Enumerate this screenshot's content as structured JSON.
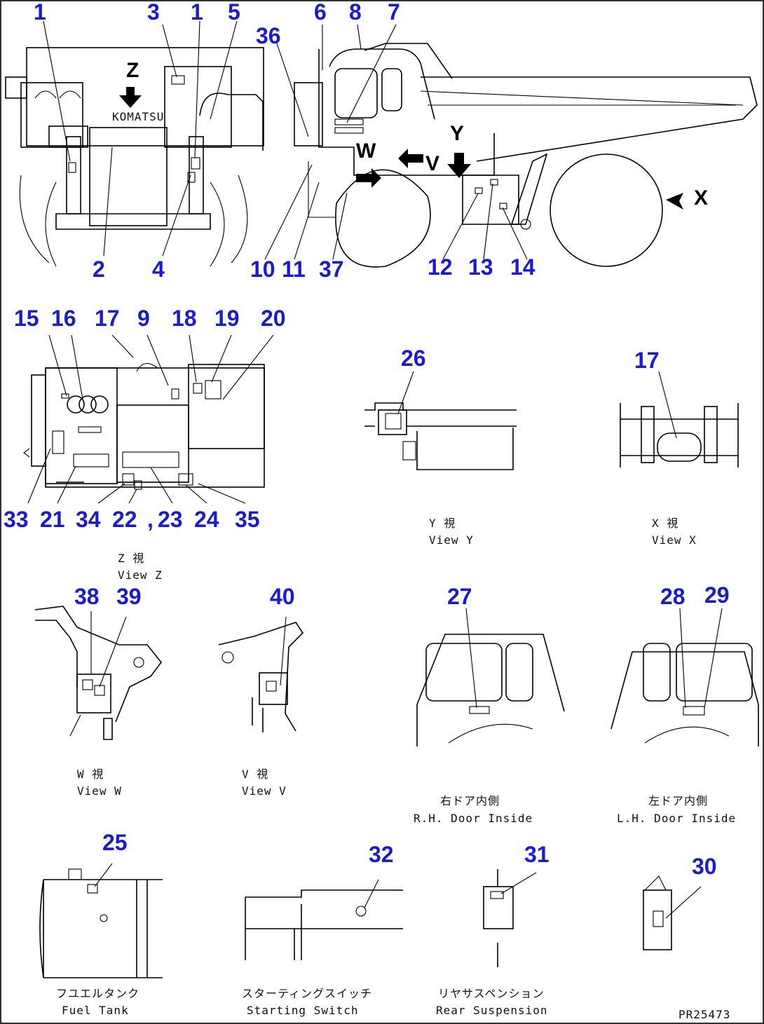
{
  "drawing_id": "PR25473",
  "brand_text": "KOMATSU",
  "view_letters": [
    "Z",
    "Y",
    "W",
    "V",
    "X"
  ],
  "captions": {
    "view_z_jp": "Z 視",
    "view_z": "View Z",
    "view_y_jp": "Y 視",
    "view_y": "View Y",
    "view_x_jp": "X 視",
    "view_x": "View X",
    "view_w_jp": "W 視",
    "view_w": "View W",
    "view_v_jp": "V 視",
    "view_v": "View V",
    "rh_door_jp": "右ドア内側",
    "rh_door": "R.H. Door Inside",
    "lh_door_jp": "左ドア内側",
    "lh_door": "L.H. Door Inside",
    "fuel_tank_jp": "フユエルタンク",
    "fuel_tank": "Fuel Tank",
    "starting_switch_jp": "スターティングスイッチ",
    "starting_switch": "Starting Switch",
    "rear_suspension_jp": "リヤサスペンション",
    "rear_suspension": "Rear Suspension"
  },
  "part_numbers": {
    "front_view": [
      "1",
      "3",
      "1",
      "5",
      "2",
      "4"
    ],
    "side_view": [
      "36",
      "6",
      "8",
      "7",
      "10",
      "11",
      "37",
      "12",
      "13",
      "14"
    ],
    "view_z": [
      "15",
      "16",
      "17",
      "9",
      "18",
      "19",
      "20",
      "33",
      "21",
      "34",
      "22",
      "23",
      "24",
      "35"
    ],
    "view_y": [
      "26"
    ],
    "view_x": [
      "17"
    ],
    "view_w": [
      "38",
      "39"
    ],
    "view_v": [
      "40"
    ],
    "rh_door": [
      "27"
    ],
    "lh_door": [
      "28",
      "29"
    ],
    "fuel_tank": [
      "25"
    ],
    "starting_switch": [
      "32"
    ],
    "rear_suspension": [
      "31"
    ],
    "extra": [
      "30"
    ]
  }
}
